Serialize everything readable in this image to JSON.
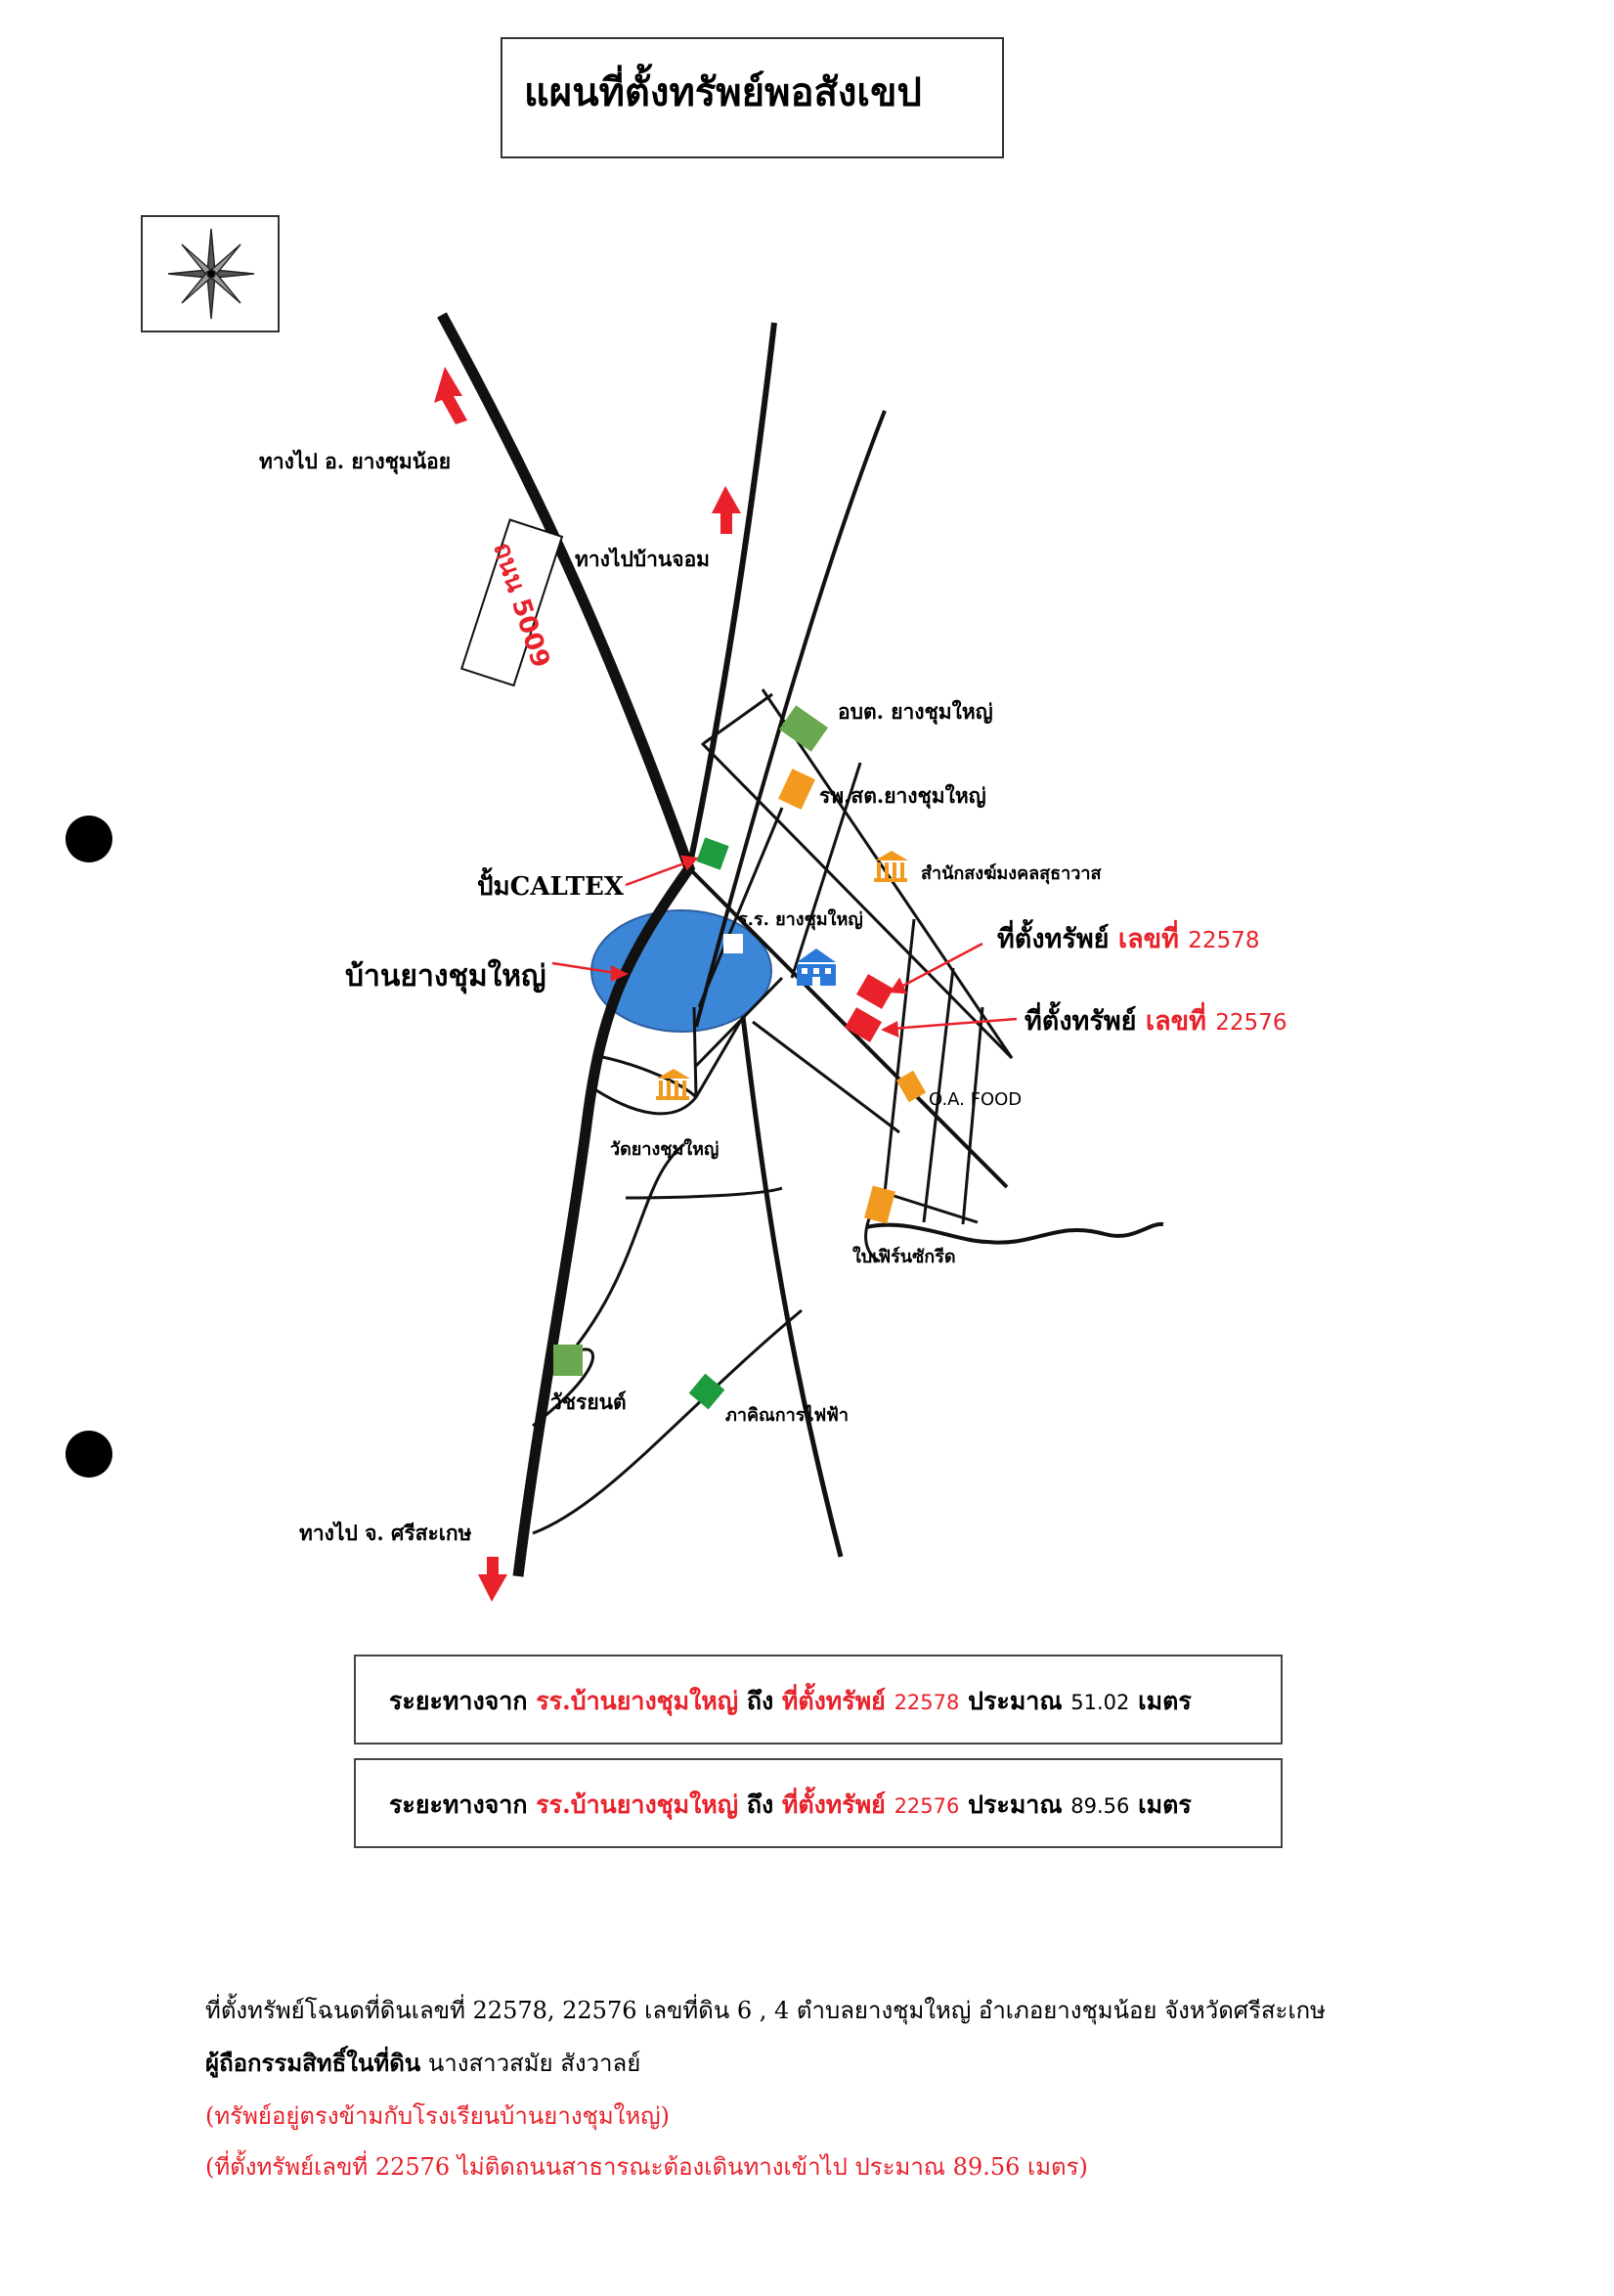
{
  "title": "แผนที่ตั้งทรัพย์พอสังเขป",
  "road_sign": "ถนน 5009",
  "labels": {
    "to_yangchum_noi": "ทางไป อ. ยางชุมน้อย",
    "to_ban_chom": "ทางไปบ้านจอม",
    "obt": "อบต. ยางชุมใหญ่",
    "hospital": "รพ.สต.ยางชุมใหญ่",
    "sangha_office": "สำนักสงฆ์มงคลสุธาวาส",
    "caltex": "ปั้มCALTEX",
    "school": "ร.ร. ยางชุมใหญ่",
    "village": "บ้านยางชุมใหญ่",
    "oa_food": "O.A. FOOD",
    "temple": "วัดยางชุมใหญ่",
    "tile_shop": "ใบเฟิร์นซักรีด",
    "watcharayon": "วัชรยนต์",
    "pea": "ภาคิณการไฟฟ้า",
    "to_sisaket": "ทางไป จ. ศรีสะเกษ"
  },
  "properties": [
    {
      "prefix": "ที่ตั้งทรัพย์",
      "label": "เลขที่",
      "number": "22578"
    },
    {
      "prefix": "ที่ตั้งทรัพย์",
      "label": "เลขที่",
      "number": "22576"
    }
  ],
  "distances": [
    {
      "lead": "ระยะทางจาก",
      "from": "รร.บ้านยางชุมใหญ่",
      "to_word": "ถึง",
      "target": "ที่ตั้งทรัพย์",
      "number": "22578",
      "approx": "ประมาณ",
      "value": "51.02",
      "unit": "เมตร"
    },
    {
      "lead": "ระยะทางจาก",
      "from": "รร.บ้านยางชุมใหญ่",
      "to_word": "ถึง",
      "target": "ที่ตั้งทรัพย์",
      "number": "22576",
      "approx": "ประมาณ",
      "value": "89.56",
      "unit": "เมตร"
    }
  ],
  "footer": {
    "line1": "ที่ตั้งทรัพย์โฉนดที่ดินเลขที่ 22578, 22576 เลขที่ดิน  6 , 4  ตำบลยางชุมใหญ่  อำเภอยางชุมน้อย  จังหวัดศรีสะเกษ",
    "owner_label": "ผู้ถือกรรมสิทธิ์ในที่ดิน",
    "owner_name": "นางสาวสมัย สังวาลย์",
    "note1": "(ทรัพย์อยู่ตรงข้ามกับโรงเรียนบ้านยางชุมใหญ่)",
    "note2": "(ที่ตั้งทรัพย์เลขที่ 22576 ไม่ติดถนนสาธารณะต้องเดินทางเข้าไป ประมาณ 89.56 เมตร)"
  },
  "colors": {
    "property": "#e8212a",
    "village": "#3b86d6",
    "green_marker": "#6aa84f",
    "dark_green_marker": "#1e9a3f",
    "orange_marker": "#f29a1f",
    "school_icon": "#2b78d8"
  }
}
